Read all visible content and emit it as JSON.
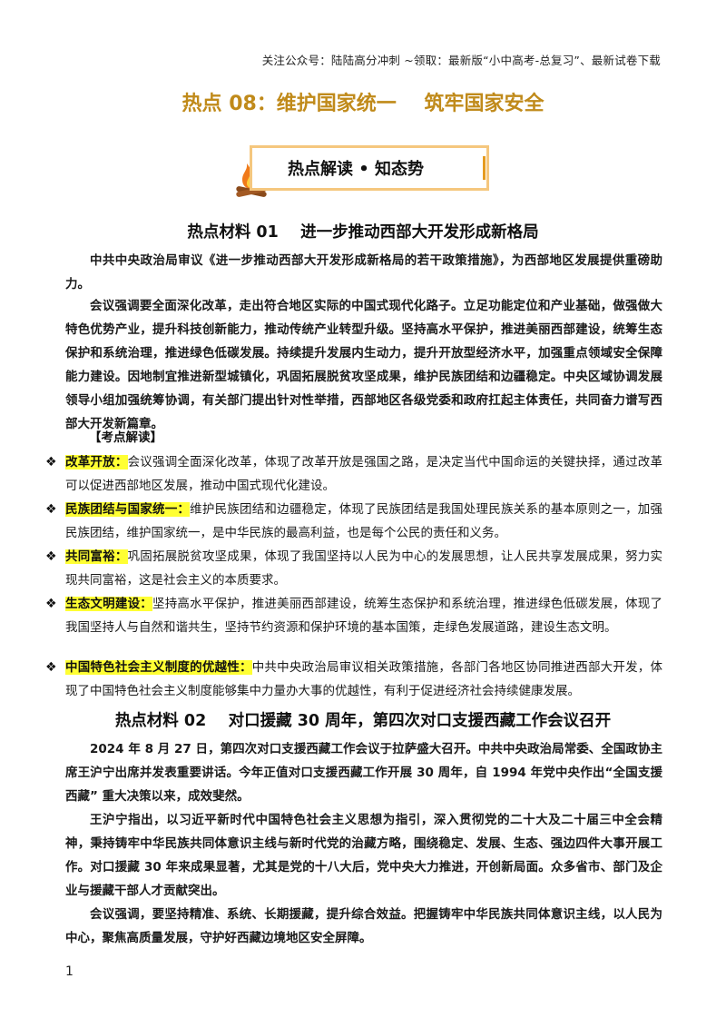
{
  "header_note": "关注公众号：陆陆高分冲刺  ~领取：最新版“小中高考-总复习”、最新试卷下载",
  "main_title": "热点 08：维护国家统一    筑牢国家安全",
  "banner": {
    "label": "热点解读 • 知态势",
    "icon": "fire-icon"
  },
  "section1": {
    "title": "热点材料 01    进一步推动西部大开发形成新格局",
    "paragraphs": [
      "中共中央政治局审议《进一步推动西部大开发形成新格局的若干政策措施》，为西部地区发展提供重磅助力。",
      "会议强调要全面深化改革，走出符合地区实际的中国式现代化路子。立足功能定位和产业基础，做强做大特色优势产业，提升科技创新能力，推动传统产业转型升级。坚持高水平保护，推进美丽西部建设，统筹生态保护和系统治理，推进绿色低碳发展。持续提升发展内生动力，提升开放型经济水平，加强重点领域安全保障能力建设。因地制宜推进新型城镇化，巩固拓展脱贫攻坚成果，维护民族团结和边疆稳定。中央区域协调发展领导小组加强统筹协调，有关部门提出针对性举措，西部地区各级党委和政府扛起主体责任，共同奋力谱写西部大开发新篇章。"
    ],
    "analysis_heading": "【考点解读】",
    "points": [
      {
        "key": "改革开放：",
        "text": "会议强调全面深化改革，体现了改革开放是强国之路，是决定当代中国命运的关键抉择，通过改革可以促进西部地区发展，推动中国式现代化建设。"
      },
      {
        "key": "民族团结与国家统一：",
        "text": "维护民族团结和边疆稳定，体现了民族团结是我国处理民族关系的基本原则之一，加强民族团结，维护国家统一，是中华民族的最高利益，也是每个公民的责任和义务。"
      },
      {
        "key": "共同富裕：",
        "text": "巩固拓展脱贫攻坚成果，体现了我国坚持以人民为中心的发展思想，让人民共享发展成果，努力实现共同富裕，这是社会主义的本质要求。"
      },
      {
        "key": "生态文明建设：",
        "text": "坚持高水平保护，推进美丽西部建设，统筹生态保护和系统治理，推进绿色低碳发展，体现了我国坚持人与自然和谐共生，坚持节约资源和保护环境的基本国策，走绿色发展道路，建设生态文明。"
      },
      {
        "key": "中国特色社会主义制度的优越性：",
        "text": "中共中央政治局审议相关政策措施，各部门各地区协同推进西部大开发，体现了中国特色社会主义制度能够集中力量办大事的优越性，有利于促进经济社会持续健康发展。"
      }
    ]
  },
  "section2": {
    "title": "热点材料 02    对口援藏 30 周年，第四次对口支援西藏工作会议召开",
    "paragraphs": [
      "2024 年 8 月 27 日，第四次对口支援西藏工作会议于拉萨盛大召开。中共中央政治局常委、全国政协主席王沪宁出席并发表重要讲话。今年正值对口支援西藏工作开展 30 周年，自 1994 年党中央作出“全国支援西藏” 重大决策以来，成效斐然。",
      "王沪宁指出，以习近平新时代中国特色社会主义思想为指引，深入贯彻党的二十大及二十届三中全会精神，秉持铸牢中华民族共同体意识主线与新时代党的治藏方略，围绕稳定、发展、生态、强边四件大事开展工作。对口援藏 30 年来成果显著，尤其是党的十八大后，党中央大力推进，开创新局面。众多省市、部门及企业与援藏干部人才贡献突出。",
      "会议强调，要坚持精准、系统、长期援藏，提升综合效益。把握铸牢中华民族共同体意识主线，以人民为中心，聚焦高质量发展，守护好西藏边境地区安全屏障。"
    ]
  },
  "page_number": "1"
}
